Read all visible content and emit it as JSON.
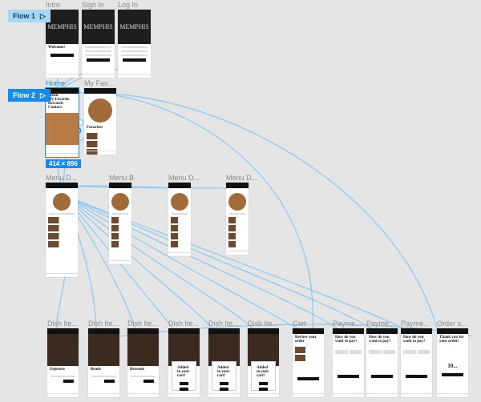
{
  "flows": [
    {
      "label": "Flow 1",
      "icon": "play-icon"
    },
    {
      "label": "Flow 2",
      "icon": "play-icon"
    }
  ],
  "selection_size": "414 × 896",
  "accent": "#1a8ce8",
  "brand_text": "MEMPHIS",
  "frames": [
    {
      "label": "Intro",
      "text": "Welcome!",
      "kind": "intro"
    },
    {
      "label": "Sign In",
      "kind": "form"
    },
    {
      "label": "Log In",
      "kind": "form"
    },
    {
      "label": "Home",
      "kind": "home",
      "menu": [
        "Menu",
        "My Favorite",
        "Rewards",
        "Contact"
      ]
    },
    {
      "label": "My Fav...",
      "text": "Favorites",
      "kind": "list"
    },
    {
      "label": "Menu D...",
      "kind": "menu"
    },
    {
      "label": "Menu B",
      "kind": "menu"
    },
    {
      "label": "Menu D...",
      "kind": "menu"
    },
    {
      "label": "Menu D...",
      "kind": "menu"
    },
    {
      "label": "Dish Ite...",
      "text": "Espresso",
      "kind": "dish"
    },
    {
      "label": "Dish Ite...",
      "text": "Beads",
      "kind": "dish"
    },
    {
      "label": "Dish Ite...",
      "text": "Brownie",
      "kind": "dish"
    },
    {
      "label": "Dish Ite...",
      "text": "Added to your cart!",
      "kind": "added"
    },
    {
      "label": "Dish Ite...",
      "text": "Added to your cart!",
      "kind": "added"
    },
    {
      "label": "Dish Ite...",
      "text": "Added to your cart!",
      "kind": "added"
    },
    {
      "label": "Cart",
      "text": "Review your order",
      "kind": "cart"
    },
    {
      "label": "Payme...",
      "text": "How do you want to pay?",
      "kind": "pay"
    },
    {
      "label": "Payme...",
      "text": "How do you want to pay?",
      "kind": "pay"
    },
    {
      "label": "Payme...",
      "text": "How do you want to pay?",
      "kind": "pay"
    },
    {
      "label": "Order s...",
      "text": "Thank you for your order!",
      "number": "10...",
      "kind": "order"
    }
  ]
}
